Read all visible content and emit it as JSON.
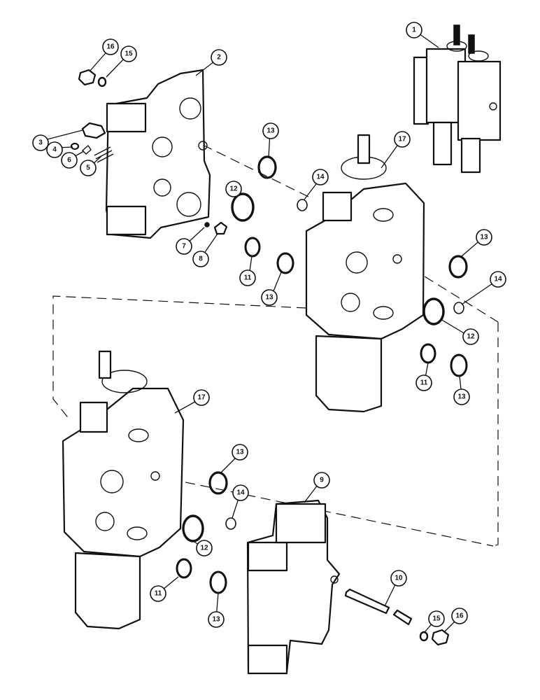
{
  "callouts": [
    {
      "id": "c1",
      "label": "1"
    },
    {
      "id": "c2",
      "label": "2"
    },
    {
      "id": "c3",
      "label": "3"
    },
    {
      "id": "c4",
      "label": "4"
    },
    {
      "id": "c5",
      "label": "5"
    },
    {
      "id": "c6",
      "label": "6"
    },
    {
      "id": "c7",
      "label": "7"
    },
    {
      "id": "c8",
      "label": "8"
    },
    {
      "id": "c9",
      "label": "9"
    },
    {
      "id": "c10",
      "label": "10"
    },
    {
      "id": "c11a",
      "label": "11"
    },
    {
      "id": "c11b",
      "label": "11"
    },
    {
      "id": "c11c",
      "label": "11"
    },
    {
      "id": "c12a",
      "label": "12"
    },
    {
      "id": "c12b",
      "label": "12"
    },
    {
      "id": "c12c",
      "label": "12"
    },
    {
      "id": "c13a",
      "label": "13"
    },
    {
      "id": "c13b",
      "label": "13"
    },
    {
      "id": "c13c",
      "label": "13"
    },
    {
      "id": "c13d",
      "label": "13"
    },
    {
      "id": "c13e",
      "label": "13"
    },
    {
      "id": "c13f",
      "label": "13"
    },
    {
      "id": "c14a",
      "label": "14"
    },
    {
      "id": "c14b",
      "label": "14"
    },
    {
      "id": "c14c",
      "label": "14"
    },
    {
      "id": "c15a",
      "label": "15"
    },
    {
      "id": "c15b",
      "label": "15"
    },
    {
      "id": "c16a",
      "label": "16"
    },
    {
      "id": "c16b",
      "label": "16"
    },
    {
      "id": "c17a",
      "label": "17"
    },
    {
      "id": "c17b",
      "label": "17"
    }
  ]
}
